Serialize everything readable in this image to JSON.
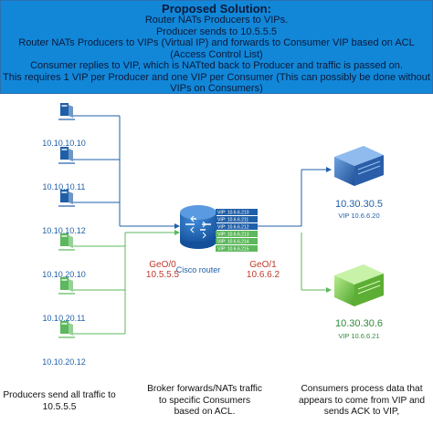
{
  "banner": {
    "title": "Proposed Solution:",
    "lines": [
      "Router NATs Producers to VIPs.",
      "Producer sends to 10.5.5.5",
      "Router NATs Producers to VIPs (Virtual IP) and forwards to Consumer VIP based on ACL (Access Control List)",
      "Consumer replies to VIP, which is NATted back to Producer and traffic is passed on.",
      "This requires 1 VIP per Producer and one VIP per Consumer (This can possibly be done without VIPs on Consumers)"
    ]
  },
  "producers": [
    {
      "ip": "10.10.10.10",
      "color": "#1f5fa8"
    },
    {
      "ip": "10.10.10.11",
      "color": "#1f5fa8"
    },
    {
      "ip": "10.10.10.12",
      "color": "#1f5fa8"
    },
    {
      "ip": "10.10.20.10",
      "color": "#5cb85c"
    },
    {
      "ip": "10.10.20.11",
      "color": "#5cb85c"
    },
    {
      "ip": "10.10.20.12",
      "color": "#5cb85c"
    }
  ],
  "router": {
    "label": "Cisco router",
    "vips": [
      "VIP: 10.6.6.210",
      "VIP: 10.6.6.211",
      "VIP: 10.6.6.212",
      "VIP: 10.6.6.213",
      "VIP: 10.6.6.214",
      "VIP: 10.6.6.215"
    ],
    "vip_colors": [
      "#1f5fa8",
      "#1f5fa8",
      "#1f5fa8",
      "#5cb85c",
      "#5cb85c",
      "#5cb85c"
    ],
    "port_left_name": "GeO/0",
    "port_left_ip": "10.5.5.5",
    "port_right_name": "GeO/1",
    "port_right_ip": "10.6.6.2"
  },
  "consumers": [
    {
      "ip": "10.30.30.5",
      "vip": "VIP 10.6.6.20",
      "color": "#1f5fa8"
    },
    {
      "ip": "10.30.30.6",
      "vip": "VIP 10.6.6.21",
      "color": "#2e8b3a"
    }
  ],
  "captions": {
    "producers": "Producers send all traffic to 10.5.5.5",
    "broker": "Broker forwards/NATs traffic to specific Consumers based on ACL.",
    "consumers": "Consumers process data that appears to come from VIP and sends ACK to VIP,"
  }
}
